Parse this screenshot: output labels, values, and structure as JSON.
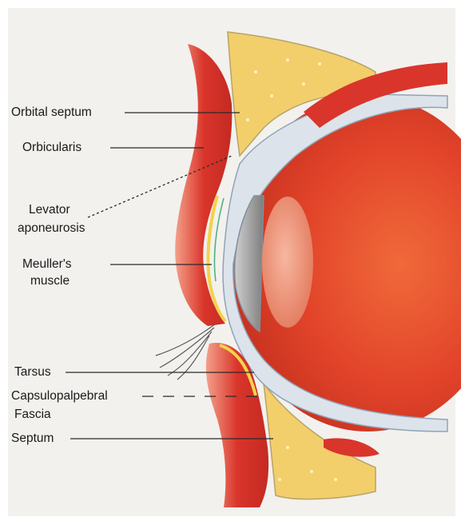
{
  "labels": {
    "orbital_septum": "Orbital septum",
    "orbicularis": "Orbicularis",
    "levator_line1": "Levator",
    "levator_line2": "aponeurosis",
    "meuller_line1": "Meuller's",
    "meuller_line2": "muscle",
    "tarsus": "Tarsus",
    "capsulo_line1": "Capsulopalpebral",
    "capsulo_line2": "Fascia",
    "septum": "Septum"
  },
  "colors": {
    "background": "#f2f1ee",
    "eyeball": "#e0442a",
    "fat": "#f2cf6a",
    "muscle": "#d9352b",
    "lens": "#ef9a80",
    "cornea_chamber": "#9a9a9a",
    "sclera_layers": "#dde3ea",
    "leader_line": "#2a2a2a"
  }
}
